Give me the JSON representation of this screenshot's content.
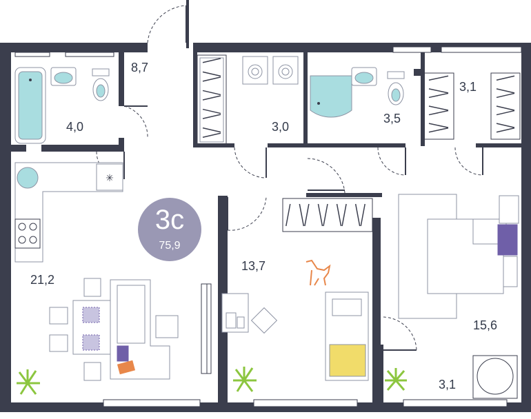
{
  "unit": {
    "type_label": "3с",
    "total_area": "75,9",
    "badge_color": "#9a98b4"
  },
  "colors": {
    "wall": "#3b3e4d",
    "fixture_stroke": "#8d93a3",
    "water": "#a9dde0",
    "accent_purple": "#6f5fa8",
    "accent_orange": "#e8874a",
    "accent_yellow": "#f1dc6a",
    "plant_green": "#8cc63f"
  },
  "rooms": [
    {
      "id": "bathroom-1",
      "area": "4,0"
    },
    {
      "id": "hall",
      "area": "8,7"
    },
    {
      "id": "laundry",
      "area": "3,0"
    },
    {
      "id": "bathroom-2",
      "area": "3,5"
    },
    {
      "id": "wardrobe",
      "area": "3,1"
    },
    {
      "id": "kitchen-living",
      "area": "21,2"
    },
    {
      "id": "kids-room",
      "area": "13,7"
    },
    {
      "id": "bedroom",
      "area": "15,6"
    },
    {
      "id": "balcony",
      "area": "3,1"
    }
  ],
  "icons": [
    "bathtub-icon",
    "sink-icon",
    "toilet-icon",
    "washing-machine-icon",
    "shower-icon",
    "stove-icon",
    "fridge-icon",
    "table-icon",
    "chair-icon",
    "sofa-icon",
    "bed-icon",
    "dog-icon",
    "plant-icon",
    "desk-icon",
    "tv-icon"
  ]
}
